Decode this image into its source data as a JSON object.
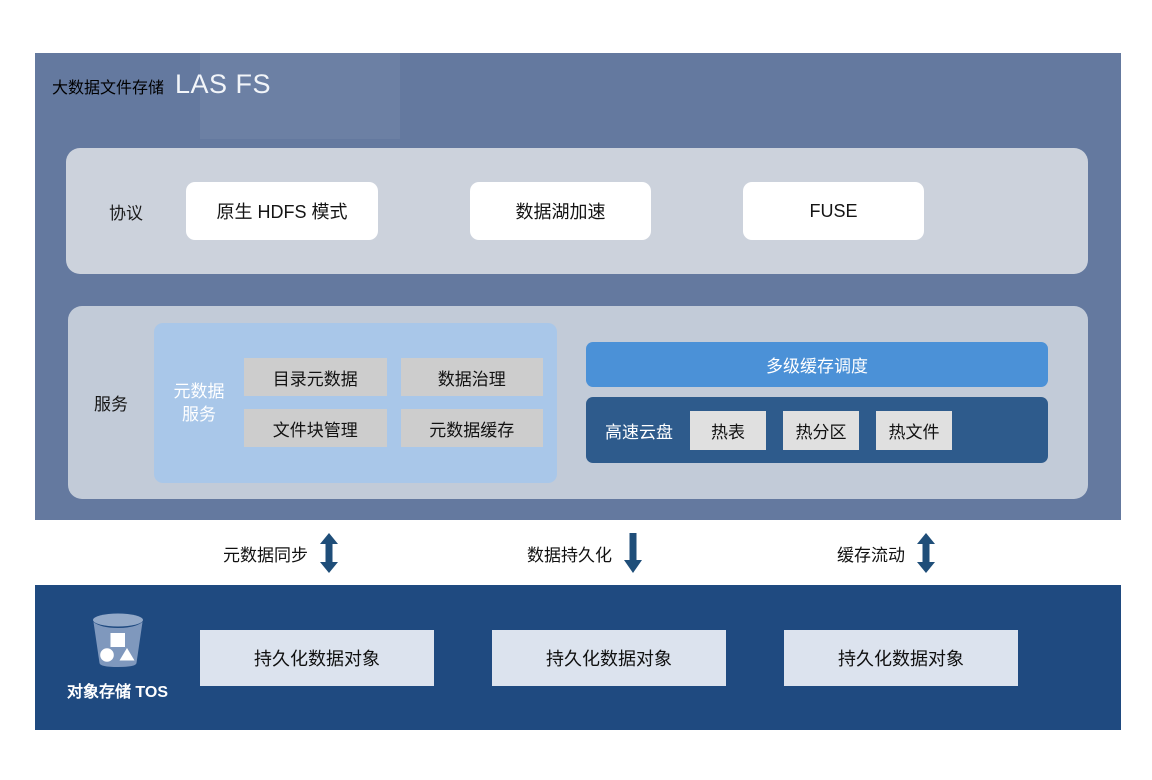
{
  "diagram": {
    "title_cn": "大数据文件存储",
    "title_en": "LAS FS",
    "colors": {
      "panel_slate": "#64799f",
      "protocol_band": "#ccd2dc",
      "service_band": "#c2cbd8",
      "meta_panel": "#a9c7e9",
      "cache_scheduler": "#4b91d7",
      "disk_panel": "#2e5b8c",
      "tos_band": "#1f4a80",
      "gray_box": "#cdcdcd",
      "object_box": "#dce3ee",
      "arrow": "#1f4e79"
    }
  },
  "protocol": {
    "label": "协议",
    "items": [
      {
        "label": "原生 HDFS 模式"
      },
      {
        "label": "数据湖加速"
      },
      {
        "label": "FUSE"
      }
    ]
  },
  "service": {
    "label": "服务",
    "metadata": {
      "title": "元数据\n服务",
      "title_line1": "元数据",
      "title_line2": "服务",
      "boxes": [
        {
          "label": "目录元数据"
        },
        {
          "label": "数据治理"
        },
        {
          "label": "文件块管理"
        },
        {
          "label": "元数据缓存"
        }
      ]
    },
    "cache": {
      "scheduler_label": "多级缓存调度",
      "disk_label": "高速云盘",
      "hot_items": [
        {
          "label": "热表"
        },
        {
          "label": "热分区"
        },
        {
          "label": "热文件"
        }
      ]
    }
  },
  "flows": [
    {
      "label": "元数据同步",
      "arrow": "double-arrow-vertical-icon"
    },
    {
      "label": "数据持久化",
      "arrow": "arrow-down-icon"
    },
    {
      "label": "缓存流动",
      "arrow": "double-arrow-vertical-icon"
    }
  ],
  "tos": {
    "label": "对象存储 TOS",
    "icon": "bucket-icon",
    "objects": [
      {
        "label": "持久化数据对象"
      },
      {
        "label": "持久化数据对象"
      },
      {
        "label": "持久化数据对象"
      }
    ]
  }
}
